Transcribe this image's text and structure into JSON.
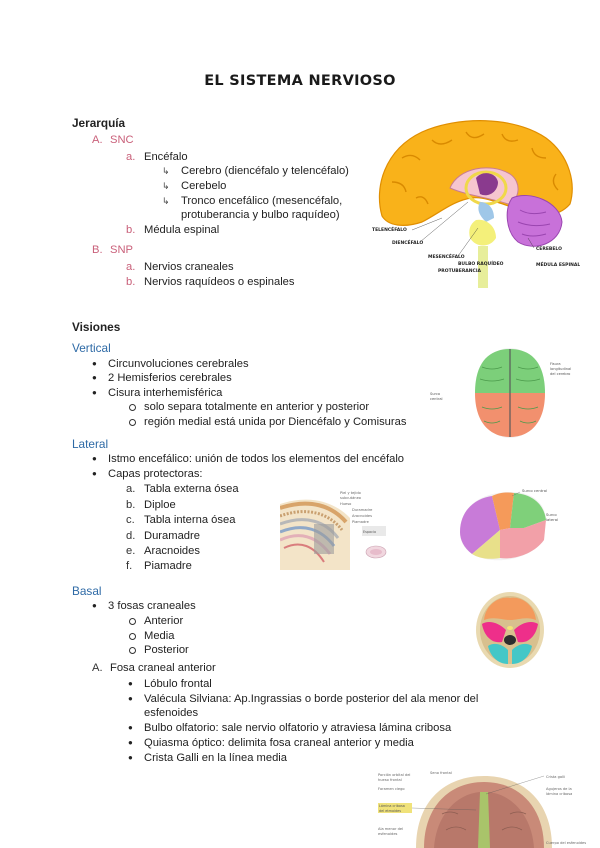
{
  "title": "EL SISTEMA NERVIOSO",
  "jerarquia": {
    "heading": "Jerarquía",
    "snc": {
      "marker": "A.",
      "label": "SNC",
      "items": [
        {
          "marker": "a.",
          "label": "Encéfalo",
          "sub": [
            "Cerebro (diencéfalo y telencéfalo)",
            "Cerebelo",
            "Tronco encefálico (mesencéfalo,",
            "protuberancia y bulbo raquídeo)"
          ]
        },
        {
          "marker": "b.",
          "label": "Médula espinal"
        }
      ]
    },
    "snp": {
      "marker": "B.",
      "label": "SNP",
      "items": [
        {
          "marker": "a.",
          "label": "Nervios craneales"
        },
        {
          "marker": "b.",
          "label": "Nervios raquídeos o espinales"
        }
      ]
    },
    "figure_labels": [
      "TELENCÉFALO",
      "DIENCÉFALO",
      "MESENCÉFALO",
      "BULBO RAQUÍDEO",
      "PROTUBERANCIA",
      "CEREBELO",
      "MÉDULA ESPINAL"
    ]
  },
  "visiones": {
    "heading": "Visiones",
    "vertical": {
      "label": "Vertical",
      "items": [
        "Circunvoluciones cerebrales",
        "2 Hemisferios cerebrales",
        "Cisura interhemisférica"
      ],
      "sub": [
        "solo separa totalmente en anterior y posterior",
        "región medial está unida por Diencéfalo y Comisuras"
      ]
    },
    "lateral": {
      "label": "Lateral",
      "items": [
        "Istmo encefálico: unión de todos los elementos del encéfalo",
        "Capas protectoras:"
      ],
      "layers": [
        {
          "marker": "a.",
          "label": "Tabla externa ósea"
        },
        {
          "marker": "b.",
          "label": "Diploe"
        },
        {
          "marker": "c.",
          "label": "Tabla interna ósea"
        },
        {
          "marker": "d.",
          "label": "Duramadre"
        },
        {
          "marker": "e.",
          "label": "Aracnoides"
        },
        {
          "marker": "f.",
          "label": "Piamadre"
        }
      ]
    },
    "basal": {
      "label": "Basal",
      "items": [
        "3 fosas craneales"
      ],
      "sub": [
        "Anterior",
        "Media",
        "Posterior"
      ]
    },
    "fosa": {
      "marker": "A.",
      "label": "Fosa craneal anterior",
      "items": [
        "Lóbulo frontal",
        "Valécula Silviana: Ap.Ingrassias o borde posterior del ala menor del",
        "esfenoides",
        "Bulbo olfatorio: sale nervio olfatorio y atraviesa lámina cribosa",
        "Quiasma óptico: delimita fosa craneal anterior y media",
        "Crista Galli en la línea media"
      ]
    }
  },
  "colors": {
    "pink": "#c9607a",
    "blue": "#2e6aa6"
  }
}
